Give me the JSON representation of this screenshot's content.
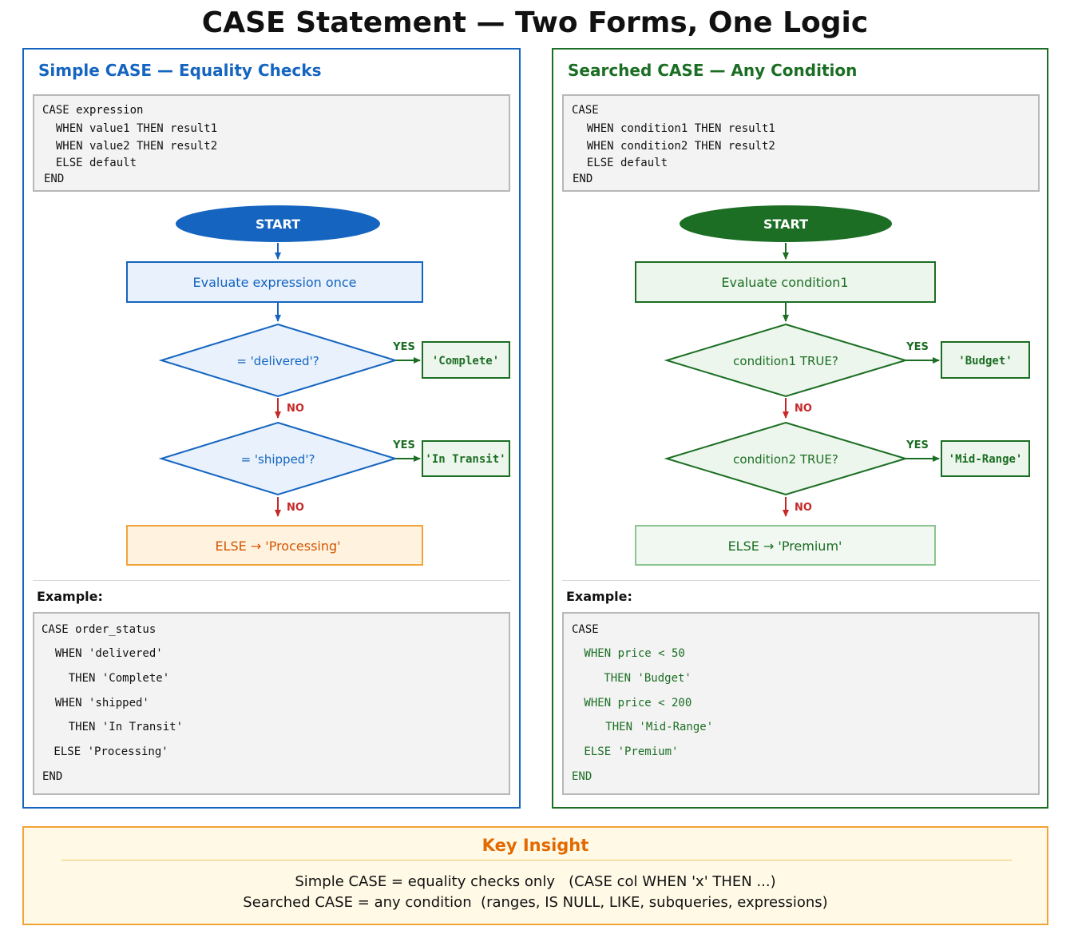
{
  "title": "CASE Statement — Two Forms, One Logic",
  "simple": {
    "heading": "Simple CASE — Equality Checks",
    "syntax": [
      "CASE expression",
      "  WHEN value1 THEN result1",
      "  WHEN value2 THEN result2",
      "  ELSE default",
      "END"
    ],
    "start": "START",
    "evaluate": "Evaluate expression once",
    "decision1": "= 'delivered'?",
    "decision2": "= 'shipped'?",
    "result1": "'Complete'",
    "result2": "'In Transit'",
    "else": "ELSE → 'Processing'",
    "yes": "YES",
    "no": "NO",
    "example_label": "Example:",
    "example": [
      "CASE order_status",
      "  WHEN 'delivered'",
      "    THEN 'Complete'",
      "  WHEN 'shipped'",
      "    THEN 'In Transit'",
      " ELSE 'Processing'",
      "END"
    ]
  },
  "searched": {
    "heading": "Searched CASE — Any Condition",
    "syntax": [
      "CASE",
      "  WHEN condition1 THEN result1",
      "  WHEN condition2 THEN result2",
      "  ELSE default",
      "END"
    ],
    "start": "START",
    "evaluate": "Evaluate condition1",
    "decision1": "condition1 TRUE?",
    "decision2": "condition2 TRUE?",
    "result1": "'Budget'",
    "result2": "'Mid-Range'",
    "else": "ELSE → 'Premium'",
    "yes": "YES",
    "no": "NO",
    "example_label": "Example:",
    "example": [
      "CASE",
      " WHEN price < 50",
      "   THEN 'Budget'",
      " WHEN price < 200",
      "   THEN 'Mid-Range'",
      " ELSE 'Premium'",
      "END"
    ]
  },
  "insight": {
    "title": "Key Insight",
    "line1": "Simple CASE = equality checks only   (CASE col WHEN 'x' THEN ...)",
    "line2": "Searched CASE = any condition  (ranges, IS NULL, LIKE, subqueries, expressions)"
  },
  "colors": {
    "blue": "#1565c0",
    "green": "#1b6e23",
    "red": "#c62828",
    "orange": "#e26a00"
  }
}
